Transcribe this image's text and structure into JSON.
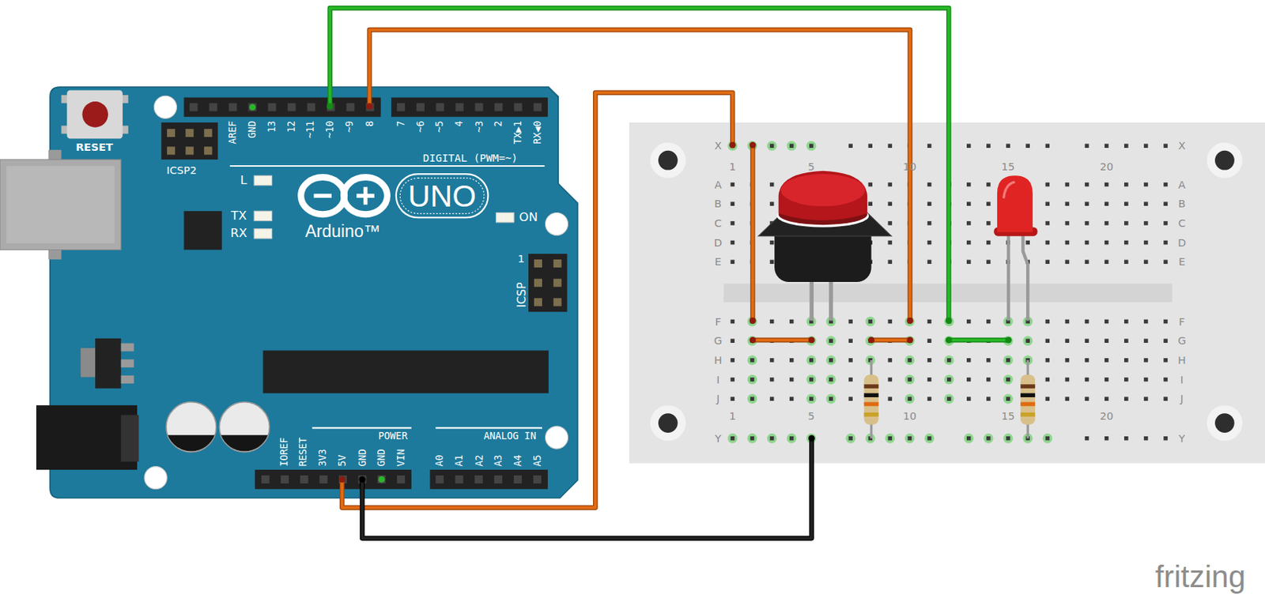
{
  "diagram": {
    "labels": [
      "RESET",
      "ICSP2",
      "AREF",
      "GND",
      "13",
      "12",
      "~11",
      "~10",
      "~9",
      "8",
      "7",
      "~6",
      "~5",
      "4",
      "~3",
      "2",
      "TX▶1",
      "RX◀0",
      "DIGITAL (PWM=~)",
      "L",
      "TX",
      "RX",
      "UNO",
      "Arduino™",
      "ON",
      "1",
      "ICSP",
      "IOREF",
      "RESET",
      "3V3",
      "5V",
      "GND",
      "GND",
      "VIN",
      "POWER",
      "A0",
      "A1",
      "A2",
      "A3",
      "A4",
      "A5",
      "ANALOG IN",
      "X",
      "X",
      "Y",
      "Y",
      "A",
      "B",
      "C",
      "D",
      "E",
      "A",
      "B",
      "C",
      "D",
      "E",
      "F",
      "G",
      "H",
      "I",
      "J",
      "F",
      "G",
      "H",
      "I",
      "J",
      "1",
      "5",
      "10",
      "15",
      "20",
      "1",
      "5",
      "10",
      "15",
      "20",
      "fritzing"
    ]
  }
}
